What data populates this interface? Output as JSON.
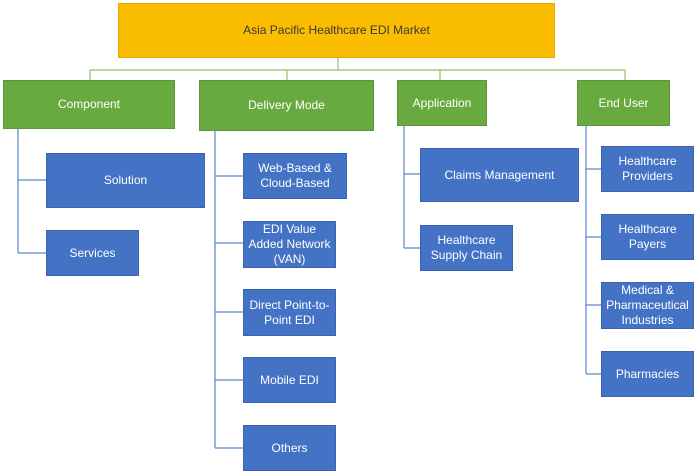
{
  "root": {
    "label": "Asia Pacific Healthcare EDI Market"
  },
  "categories": [
    {
      "label": "Component",
      "items": [
        "Solution",
        "Services"
      ]
    },
    {
      "label": "Delivery Mode",
      "items": [
        "Web-Based & Cloud-Based",
        "EDI Value Added Network (VAN)",
        "Direct Point-to-Point EDI",
        "Mobile EDI",
        "Others"
      ]
    },
    {
      "label": "Application",
      "items": [
        "Claims Management",
        "Healthcare Supply Chain"
      ]
    },
    {
      "label": "End User",
      "items": [
        "Healthcare Providers",
        "Healthcare Payers",
        "Medical & Pharmaceutical Industries",
        "Pharmacies"
      ]
    }
  ],
  "colors": {
    "root_fill": "#fbbd00",
    "category_fill": "#69aa40",
    "leaf_fill": "#4472c4",
    "connector": "#8fbf6f"
  }
}
